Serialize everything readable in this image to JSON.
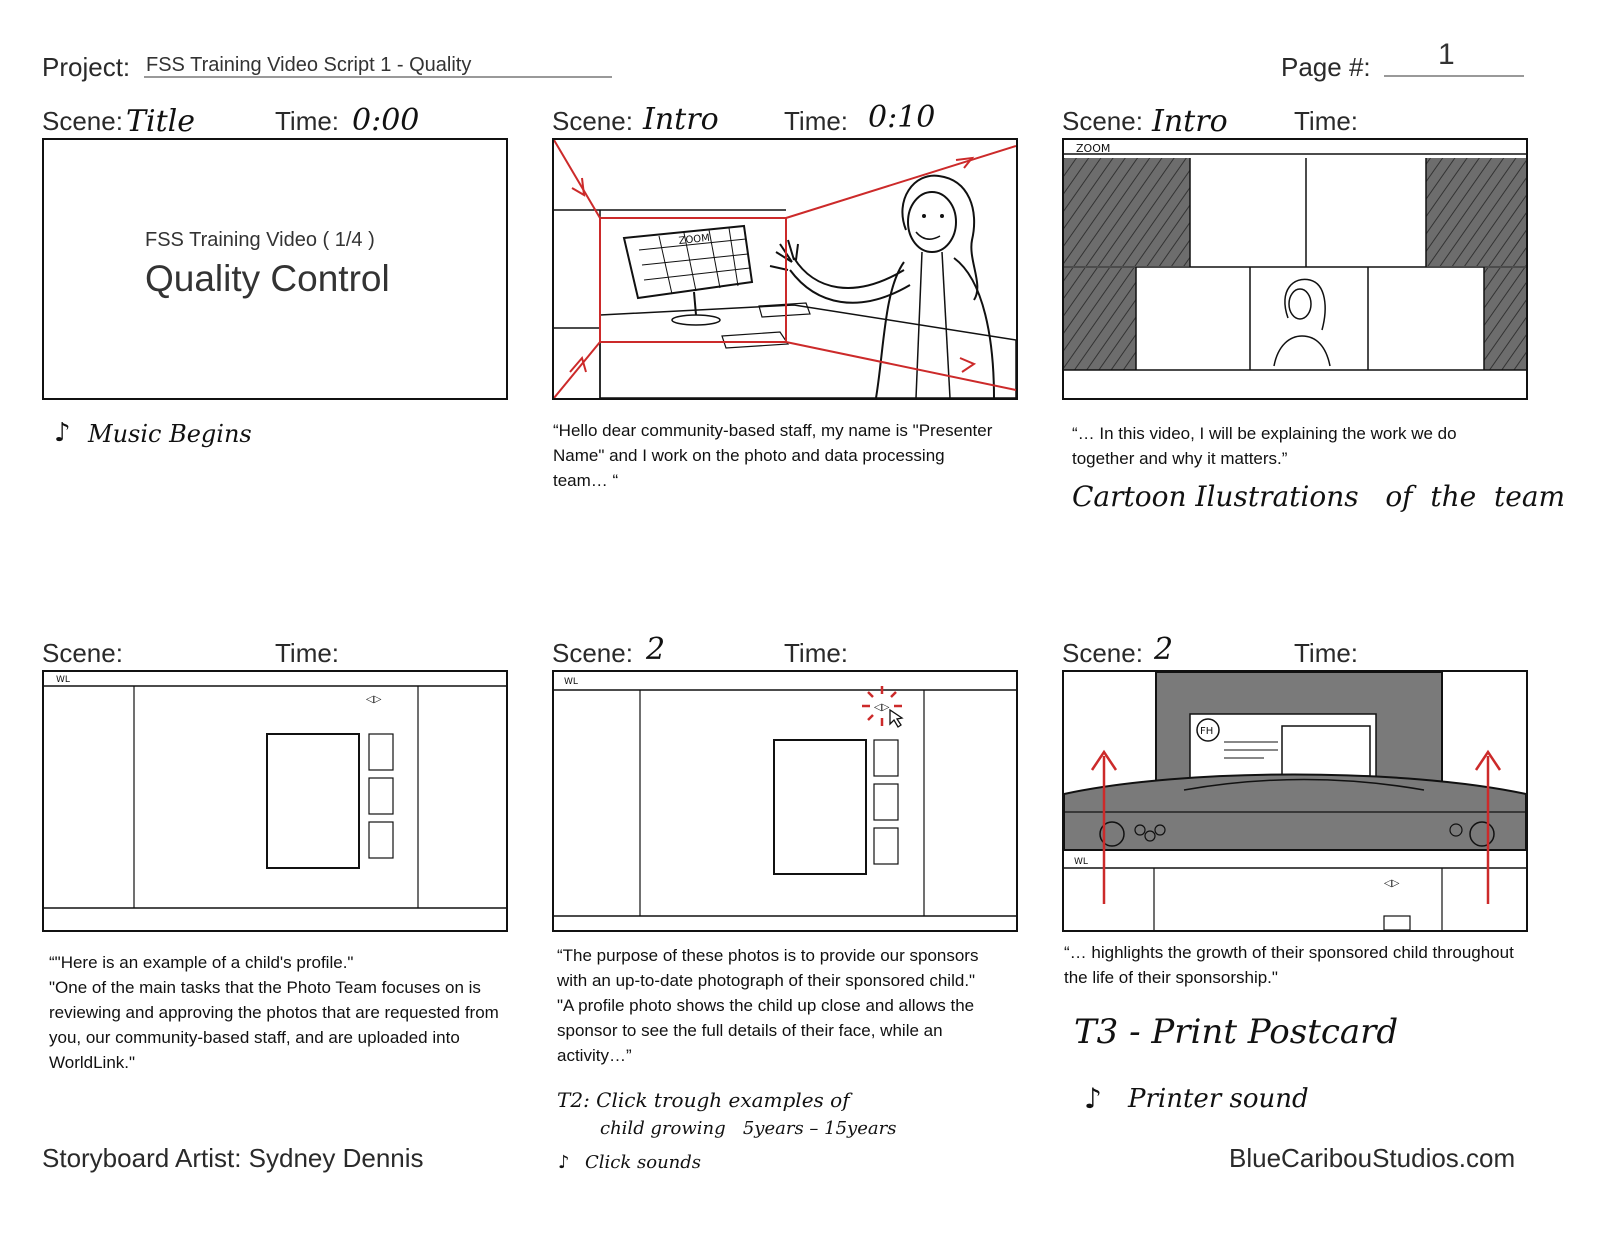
{
  "header": {
    "project_label": "Project:",
    "project_value": "FSS Training Video Script 1 - Quality",
    "page_label": "Page #:",
    "page_value": "1"
  },
  "labels": {
    "scene": "Scene:",
    "time": "Time:"
  },
  "panels": [
    {
      "scene": "Title",
      "time": "0:00",
      "title_small": "FSS Training Video ( 1/4 )",
      "title_big": "Quality Control",
      "caption": "",
      "note": "Music Begins"
    },
    {
      "scene": "Intro",
      "time": "0:10",
      "screen_label": "ZOOM",
      "caption": "“Hello dear community-based staff, my name is \"Presenter Name\" and I work on the photo and data processing team… “",
      "note": ""
    },
    {
      "scene": "Intro",
      "time": "",
      "screen_label": "ZOOM",
      "caption": "“… In this video, I will be explaining the work we do together and why it matters.”",
      "note": "Cartoon Ilustrations   of  the  team"
    },
    {
      "scene": "",
      "time": "",
      "screen_label": "WL",
      "caption": "“\"Here is an example of a child's profile.\"\n\"One of the main tasks that the Photo Team focuses on is reviewing and approving the photos that are requested from you, our community-based staff, and are uploaded into WorldLink.\"",
      "note": ""
    },
    {
      "scene": "2",
      "time": "",
      "screen_label": "WL",
      "caption": "“The purpose of these photos is to provide our sponsors with an up-to-date photograph of their sponsored child.\"\n\"A profile photo shows the child up close and allows the sponsor to see the full details of their face, while an activity…”",
      "note_line1": "T2: Click trough examples of",
      "note_line2": "child growing   5years – 15years",
      "note_line3": "Click sounds"
    },
    {
      "scene": "2",
      "time": "",
      "screen_label": "WL",
      "logo_label": "FH",
      "caption": "“… highlights the growth of their sponsored child throughout the life of their sponsorship.\"",
      "note": "T3 - Print Postcard",
      "note2": "Printer sound"
    }
  ],
  "footer": {
    "artist": "Storyboard Artist:  Sydney Dennis",
    "site": "BlueCaribouStudios.com"
  },
  "colors": {
    "red": "#cc2a2a",
    "gray": "#7a7a7a",
    "ink": "#111111"
  }
}
